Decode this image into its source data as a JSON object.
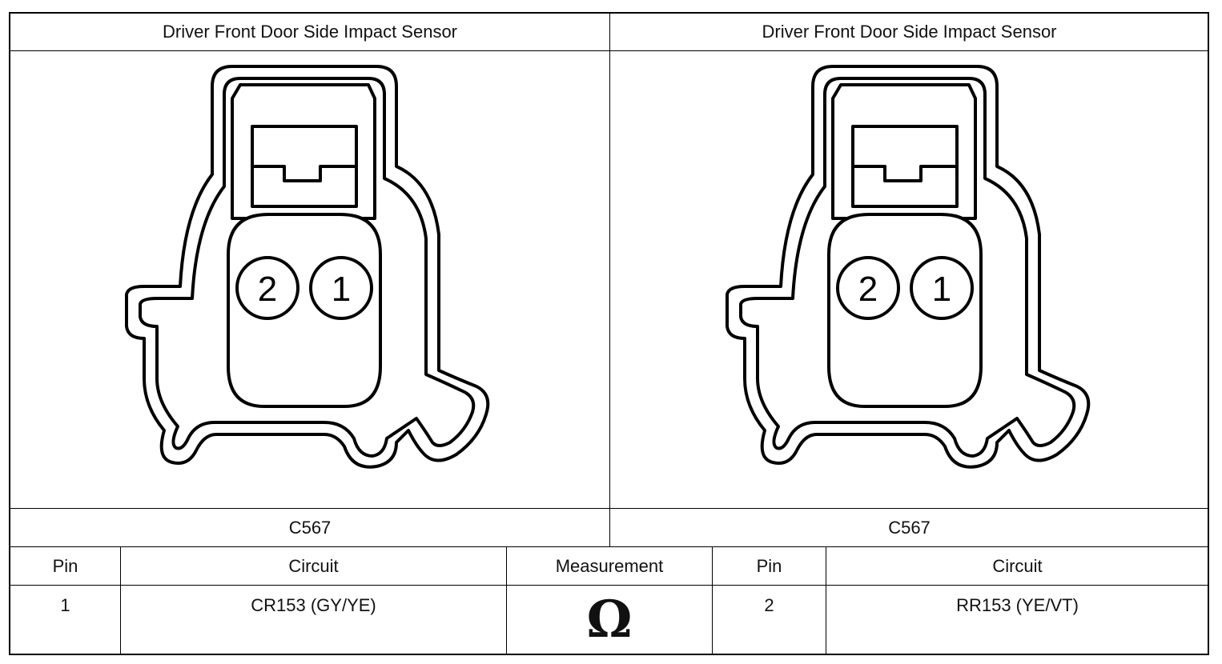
{
  "header": {
    "left_title": "Driver Front Door Side Impact Sensor",
    "right_title": "Driver Front Door Side Impact Sensor"
  },
  "connectors": {
    "left": {
      "id": "C567",
      "pin_labels": [
        "2",
        "1"
      ]
    },
    "right": {
      "id": "C567",
      "pin_labels": [
        "2",
        "1"
      ]
    }
  },
  "table": {
    "headers": [
      "Pin",
      "Circuit",
      "Measurement",
      "Pin",
      "Circuit"
    ],
    "row": {
      "pin_a": "1",
      "circuit_a": "CR153 (GY/YE)",
      "measurement_symbol": "Ω",
      "pin_b": "2",
      "circuit_b": "RR153 (YE/VT)"
    }
  },
  "icons": {
    "measurement": "ohm-symbol-icon"
  }
}
